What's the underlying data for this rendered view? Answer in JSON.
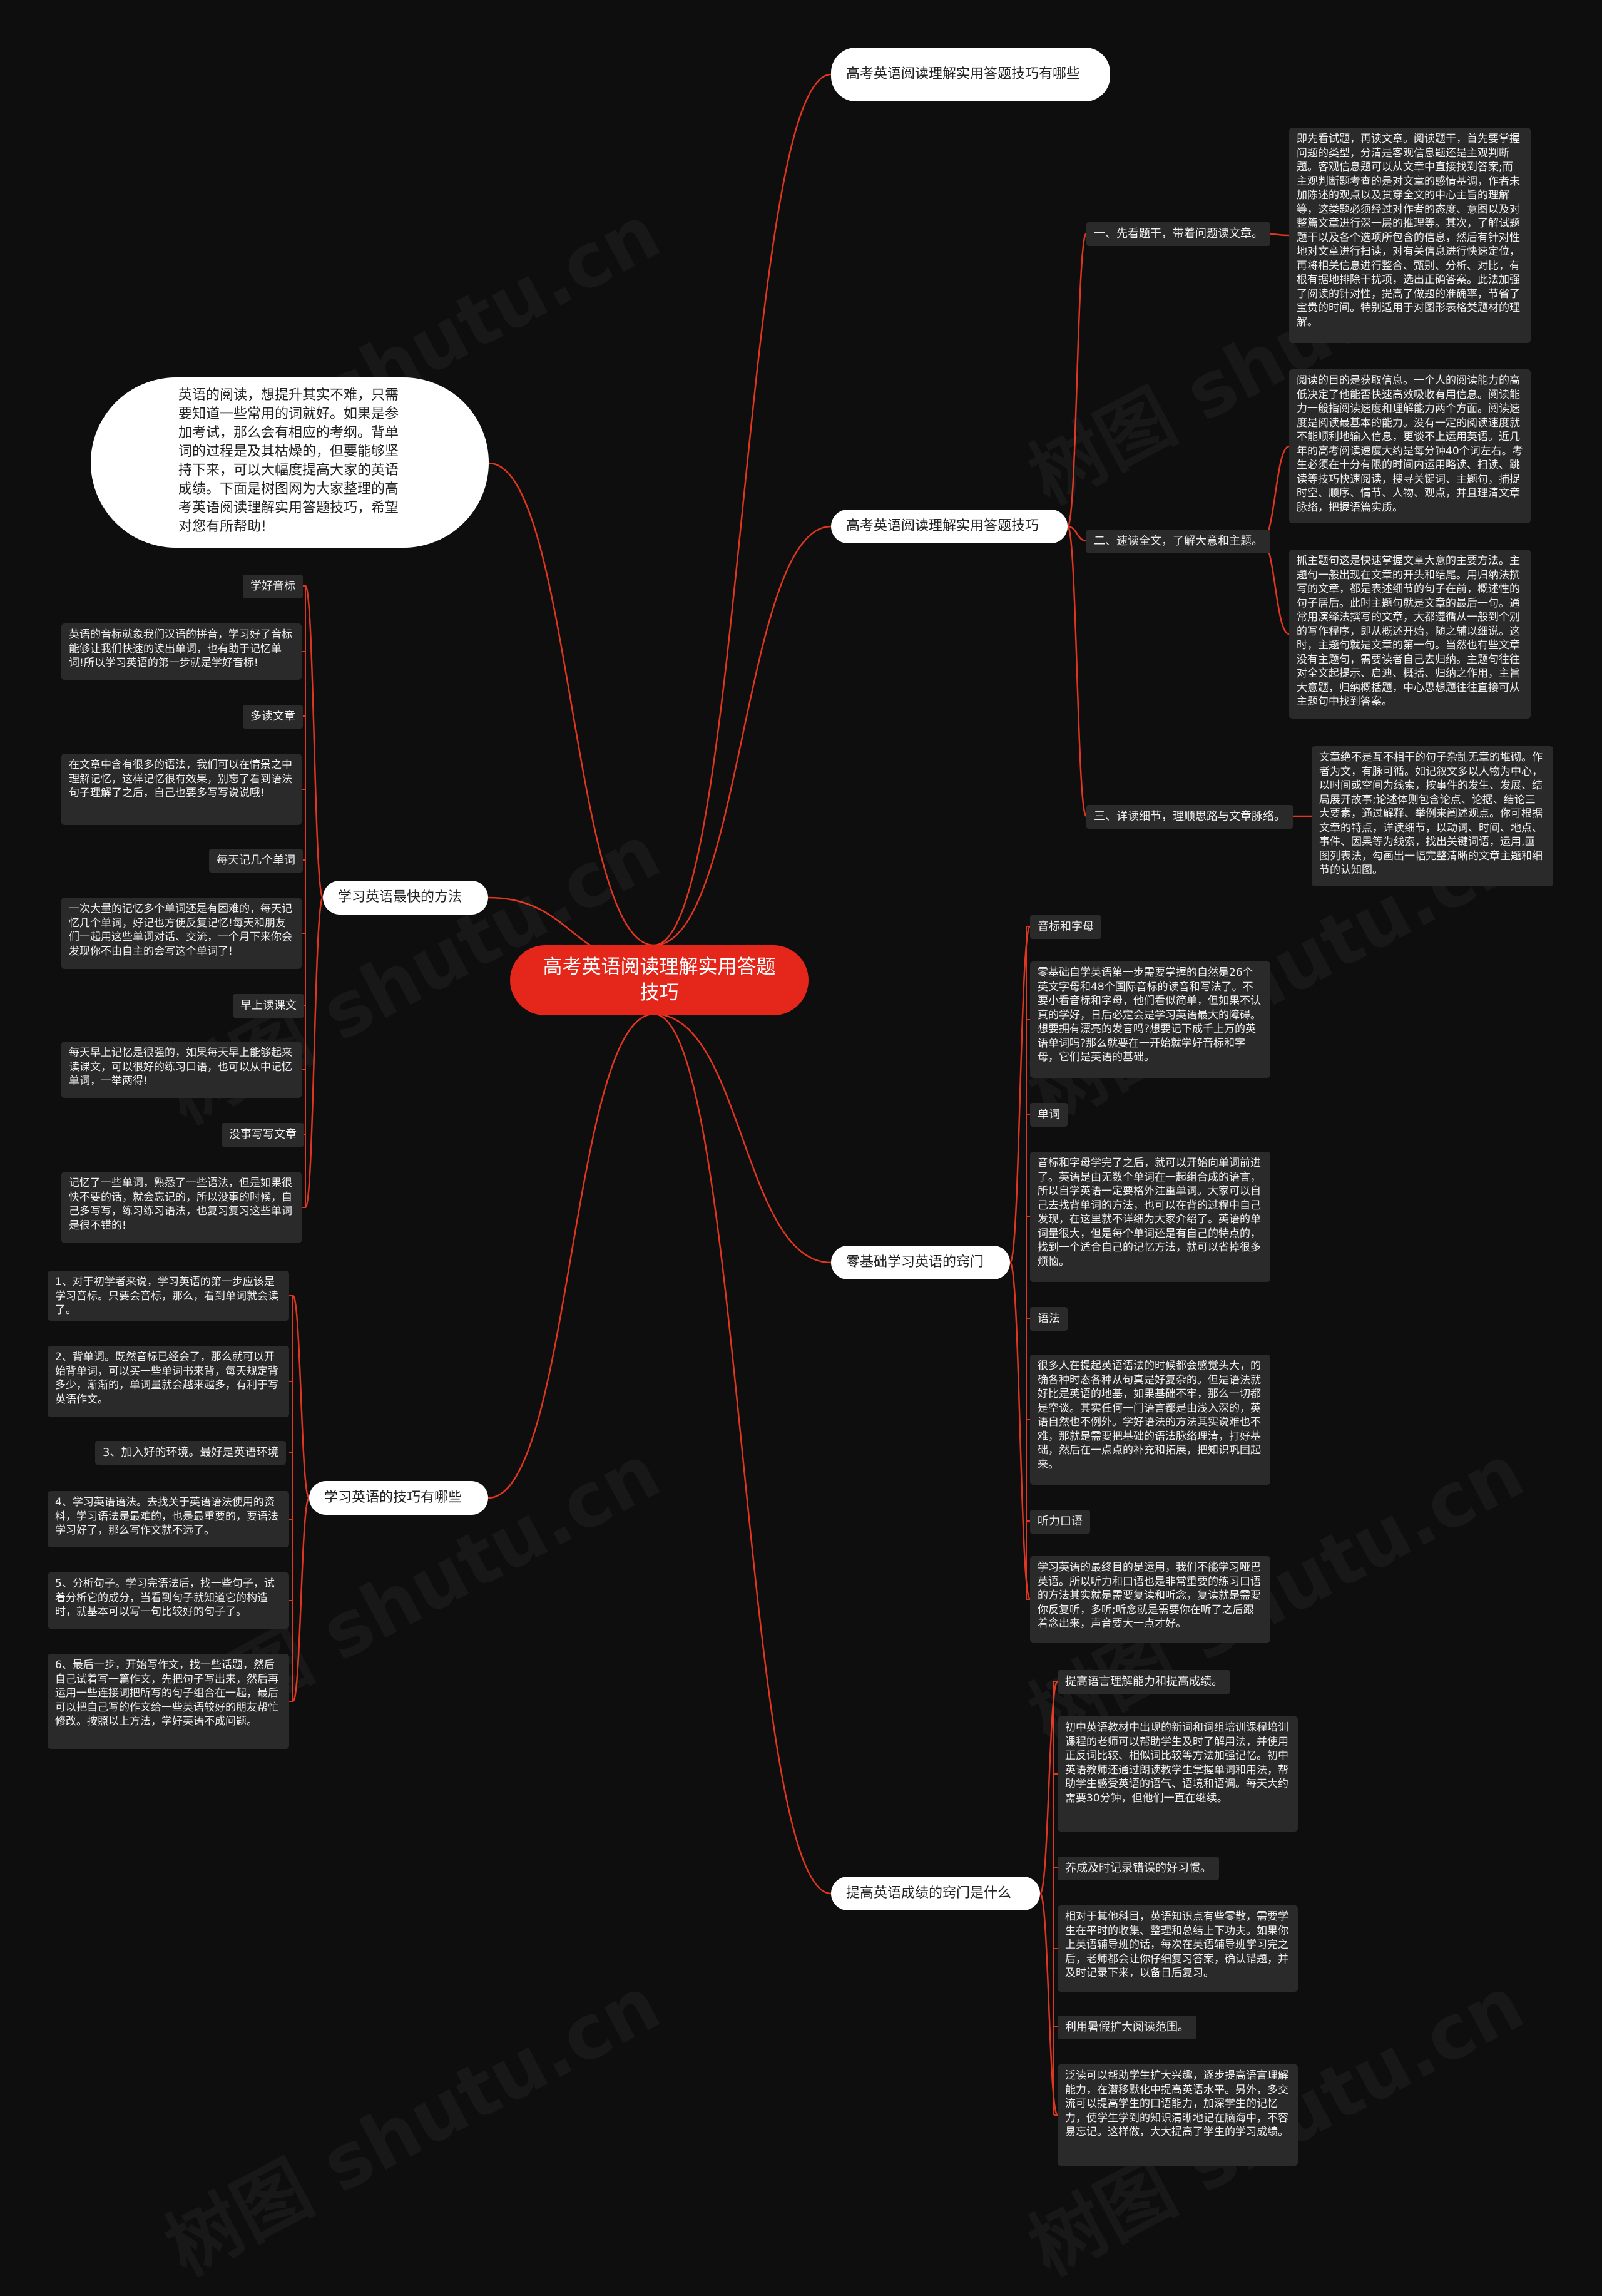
{
  "root": "高考英语阅读理解实用答题技巧",
  "intro": "英语的阅读，想提升其实不难，只需要知道一些常用的词就好。如果是参加考试，那么会有相应的考纲。背单词的过程是及其枯燥的，但要能够坚持下来，可以大幅度提高大家的英语成绩。下面是树图网为大家整理的高考英语阅读理解实用答题技巧，希望对您有所帮助!",
  "right": {
    "b1": {
      "label": "高考英语阅读理解实用答题技巧有哪些"
    },
    "b2": {
      "label": "高考英语阅读理解实用答题技巧",
      "items": [
        {
          "label": "一、先看题干，带着问题读文章。",
          "text": "即先看试题，再读文章。阅读题干，首先要掌握问题的类型，分清是客观信息题还是主观判断题。客观信息题可以从文章中直接找到答案;而主观判断题考查的是对文章的感情基调，作者未加陈述的观点以及贯穿全文的中心主旨的理解等，这类题必须经过对作者的态度、意图以及对整篇文章进行深一层的推理等。其次，了解试题题干以及各个选项所包含的信息，然后有针对性地对文章进行扫读，对有关信息进行快速定位，再将相关信息进行整合、甄别、分析、对比，有根有据地排除干扰项，选出正确答案。此法加强了阅读的针对性，提高了做题的准确率，节省了宝贵的时间。特别适用于对图形表格类题材的理解。"
        },
        {
          "label": "二、速读全文，了解大意和主题。",
          "texts": [
            "阅读的目的是获取信息。一个人的阅读能力的高低决定了他能否快速高效吸收有用信息。阅读能力一般指阅读速度和理解能力两个方面。阅读速度是阅读最基本的能力。没有一定的阅读速度就不能顺利地输入信息，更谈不上运用英语。近几年的高考阅读速度大约是每分钟40个词左右。考生必须在十分有限的时间内运用略读、扫读、跳读等技巧快速阅读，搜寻关键词、主题句，捕捉时空、顺序、情节、人物、观点，并且理清文章脉络，把握语篇实质。",
            "抓主题句这是快速掌握文章大意的主要方法。主题句一般出现在文章的开头和结尾。用归纳法撰写的文章，都是表述细节的句子在前，概述性的句子居后。此时主题句就是文章的最后一句。通常用演绎法撰写的文章，大都遵循从一般到个别的写作程序，即从概述开始，随之辅以细说。这时，主题句就是文章的第一句。当然也有些文章没有主题句，需要读者自己去归纳。主题句往往对全文起提示、启迪、概括、归纳之作用，主旨大意题，归纳概括题，中心思想题往往直接可从主题句中找到答案。"
          ]
        },
        {
          "label": "三、详读细节，理顺思路与文章脉络。",
          "text": "文章绝不是互不相干的句子杂乱无章的堆砌。作者为文，有脉可循。如记叙文多以人物为中心，以时间或空间为线索，按事件的发生、发展、结局展开故事;论述体则包含论点、论据、结论三大要素，通过解释、举例来阐述观点。你可根据文章的特点，详读细节，以动词、时间、地点、事件、因果等为线索，找出关键词语，运用,画图列表法，勾画出一幅完整清晰的文章主题和细节的认知图。"
        }
      ]
    },
    "b3": {
      "label": "零基础学习英语的窍门",
      "items": [
        {
          "label": "音标和字母",
          "text": "零基础自学英语第一步需要掌握的自然是26个英文字母和48个国际音标的读音和写法了。不要小看音标和字母，他们看似简单，但如果不认真的学好，日后必定会是学习英语最大的障碍。想要拥有漂亮的发音吗?想要记下成千上万的英语单词吗?那么就要在一开始就学好音标和字母，它们是英语的基础。"
        },
        {
          "label": "单词",
          "text": "音标和字母学完了之后，就可以开始向单词前进了。英语是由无数个单词在一起组合成的语言，所以自学英语一定要格外注重单词。大家可以自己去找背单词的方法，也可以在背的过程中自己发现，在这里就不详细为大家介绍了。英语的单词量很大，但是每个单词还是有自己的特点的，找到一个适合自己的记忆方法，就可以省掉很多烦恼。"
        },
        {
          "label": "语法",
          "text": "很多人在提起英语语法的时候都会感觉头大，的确各种时态各种从句真是好复杂的。但是语法就好比是英语的地基，如果基础不牢，那么一切都是空谈。其实任何一门语言都是由浅入深的，英语自然也不例外。学好语法的方法其实说难也不难，那就是需要把基础的语法脉络理清，打好基础，然后在一点点的补充和拓展，把知识巩固起来。"
        },
        {
          "label": "听力口语",
          "text": "学习英语的最终目的是运用，我们不能学习哑巴英语。所以听力和口语也是非常重要的练习口语的方法其实就是需要复读和听念，复读就是需要你反复听，多听;听念就是需要你在听了之后跟着念出来，声音要大一点才好。"
        }
      ]
    },
    "b4": {
      "label": "提高英语成绩的窍门是什么",
      "items": [
        {
          "label": "提高语言理解能力和提高成绩。",
          "text": "初中英语教材中出现的新词和词组培训课程培训课程的老师可以帮助学生及时了解用法，并使用正反词比较、相似词比较等方法加强记忆。初中英语教师还通过朗读教学生掌握单词和用法，帮助学生感受英语的语气、语境和语调。每天大约需要30分钟，但他们一直在继续。"
        },
        {
          "label": "养成及时记录错误的好习惯。",
          "text": "相对于其他科目，英语知识点有些零散，需要学生在平时的收集、整理和总结上下功夫。如果你上英语辅导班的话，每次在英语辅导班学习完之后，老师都会让你仔细复习答案，确认错题，并及时记录下来，以备日后复习。"
        },
        {
          "label": "利用暑假扩大阅读范围。",
          "text": "泛读可以帮助学生扩大兴趣，逐步提高语言理解能力，在潜移默化中提高英语水平。另外，多交流可以提高学生的口语能力，加深学生的记忆力，使学生学到的知识清晰地记在脑海中，不容易忘记。这样做，大大提高了学生的学习成绩。"
        }
      ]
    }
  },
  "left": {
    "l1": {
      "label": "学习英语最快的方法",
      "items": [
        {
          "label": "学好音标",
          "text": "英语的音标就象我们汉语的拼音，学习好了音标能够让我们快速的读出单词，也有助于记忆单词!所以学习英语的第一步就是学好音标!"
        },
        {
          "label": "多读文章",
          "text": "在文章中含有很多的语法，我们可以在情景之中理解记忆，这样记忆很有效果，别忘了看到语法句子理解了之后，自己也要多写写说说哦!"
        },
        {
          "label": "每天记几个单词",
          "text": "一次大量的记忆多个单词还是有困难的，每天记忆几个单词，好记也方便反复记忆!每天和朋友们一起用这些单词对话、交流，一个月下来你会发现你不由自主的会写这个单词了!"
        },
        {
          "label": "早上读课文",
          "text": "每天早上记忆是很强的，如果每天早上能够起来读课文，可以很好的练习口语，也可以从中记忆单词，一举两得!"
        },
        {
          "label": "没事写写文章",
          "text": "记忆了一些单词，熟悉了一些语法，但是如果很快不要的话，就会忘记的，所以没事的时候，自己多写写，练习练习语法，也复习复习这些单词是很不错的!"
        }
      ]
    },
    "l2": {
      "label": "学习英语的技巧有哪些",
      "items": [
        "1、对于初学者来说，学习英语的第一步应该是学习音标。只要会音标，那么，看到单词就会读了。",
        "2、背单词。既然音标已经会了，那么就可以开始背单词，可以买一些单词书来背，每天规定背多少，渐渐的，单词量就会越来越多，有利于写英语作文。",
        "3、加入好的环境。最好是英语环境",
        "4、学习英语语法。去找关于英语语法使用的资料，学习语法是最难的，也是最重要的，要语法学习好了，那么写作文就不远了。",
        "5、分析句子。学习完语法后，找一些句子，试着分析它的成分，当看到句子就知道它的构造时，就基本可以写一句比较好的句子了。",
        "6、最后一步，开始写作文，找一些话题，然后自己试着写一篇作文，先把句子写出来，然后再运用一些连接词把所写的句子组合在一起，最后可以把自己写的作文给一些英语较好的朋友帮忙修改。按照以上方法，学好英语不成问题。"
      ]
    }
  },
  "watermark": "树图 shutu.cn",
  "colors": {
    "background": "#0e0e0e",
    "root": "#e5261a",
    "link": "#e0361f",
    "box": "#2a2a2a"
  }
}
